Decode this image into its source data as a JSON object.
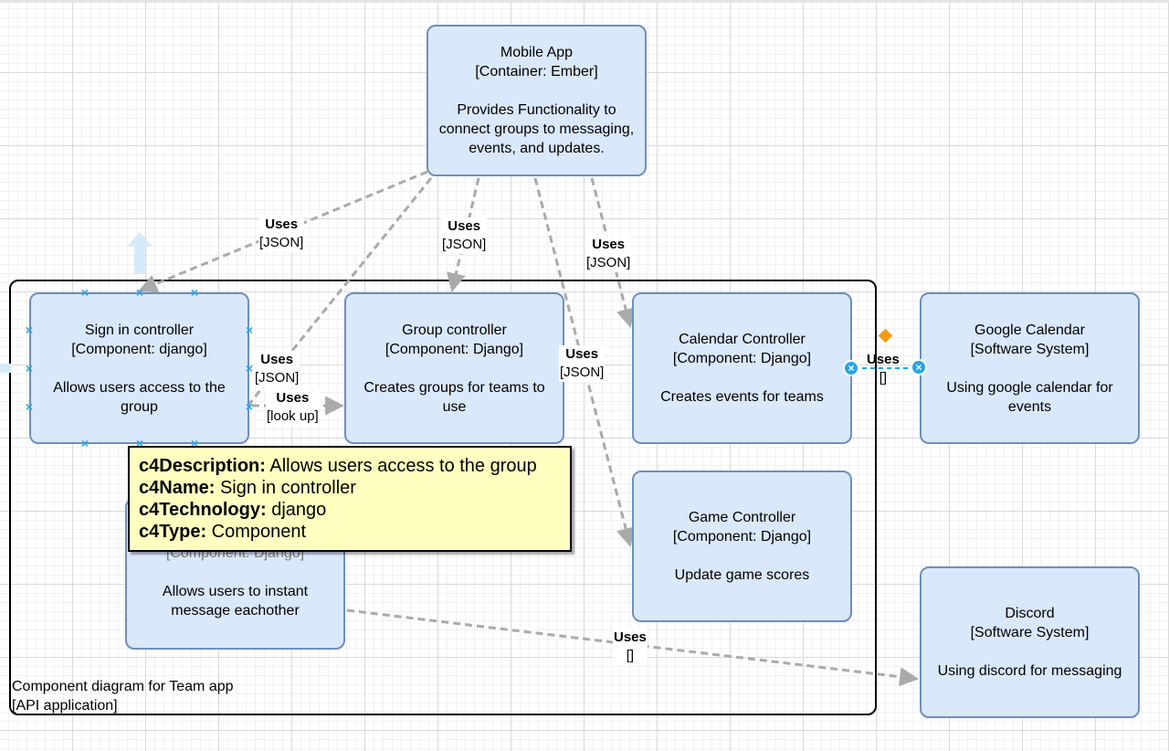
{
  "boundary": {
    "title": "Component diagram for Team app",
    "subtitle": "[API application]"
  },
  "nodes": {
    "mobile": {
      "name": "Mobile App",
      "type": "[Container: Ember]",
      "desc": "Provides Functionality to connect groups to messaging, events, and updates."
    },
    "signin": {
      "name": "Sign in controller",
      "type": "[Component: django]",
      "desc": "Allows users access to the group"
    },
    "group": {
      "name": "Group controller",
      "type": "[Component: Django]",
      "desc": "Creates groups for teams to use"
    },
    "calendar": {
      "name": "Calendar Controller",
      "type": "[Component: Django]",
      "desc": "Creates events for teams"
    },
    "google": {
      "name": "Google Calendar",
      "type": "[Software System]",
      "desc": "Using google calendar for events"
    },
    "messaging": {
      "type": "[Component: Django]",
      "desc": "Allows users to instant message eachother"
    },
    "game": {
      "name": "Game Controller",
      "type": "[Component: Django]",
      "desc": "Update game scores"
    },
    "discord": {
      "name": "Discord",
      "type": "[Software System]",
      "desc": "Using discord for messaging"
    }
  },
  "edges": [
    {
      "label": "Uses",
      "tech": "[JSON]"
    },
    {
      "label": "Uses",
      "tech": "[JSON]"
    },
    {
      "label": "Uses",
      "tech": "[JSON]"
    },
    {
      "label": "Uses",
      "tech": "[JSON]"
    },
    {
      "label": "Uses",
      "tech": "[JSON]"
    },
    {
      "label": "Uses",
      "tech": "[look up]"
    },
    {
      "label": "Uses",
      "tech": "[]"
    },
    {
      "label": "Uses",
      "tech": "[]"
    }
  ],
  "tooltip": {
    "description_key": "c4Description:",
    "description_val": "Allows users access to the group",
    "name_key": "c4Name:",
    "name_val": "Sign in controller",
    "technology_key": "c4Technology:",
    "technology_val": "django",
    "type_key": "c4Type:",
    "type_val": "Component"
  },
  "colors": {
    "node_fill": "#dae8fc",
    "node_stroke": "#6c8ebf",
    "edge": "#aaaaaa",
    "tooltip_fill": "#ffffc0",
    "selection": "#29a5e0",
    "waypoint": "#f39c12"
  }
}
